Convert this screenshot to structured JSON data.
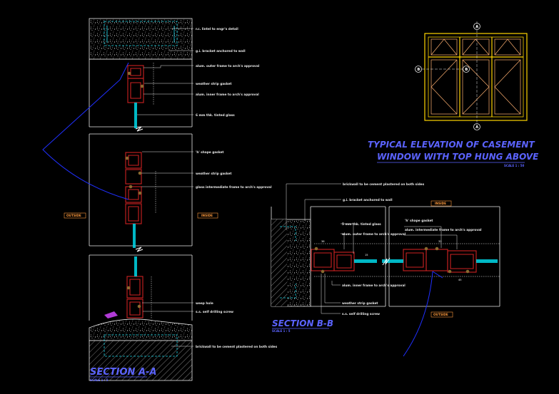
{
  "section_aa": {
    "title": "SECTION A-A",
    "scale": "SCALE 1 : 5",
    "outside_tag": "OUTSIDE",
    "inside_tag": "INSIDE",
    "notes": [
      "r.c. lintel to engr's detail",
      "g.i. bracket anchored to wall",
      "alum. outer frame to arch's approval",
      "weather strip gasket",
      "alum. inner frame to arch's approval",
      "6 mm thk. tinted glass",
      "'h' shape gasket",
      "weather strip gasket",
      "glass intermediate frame to arch's approval",
      "weep hole",
      "s.s. self drilling screw",
      "brickwall to be cement plastered on both sides"
    ]
  },
  "section_bb": {
    "title": "SECTION B-B",
    "scale": "SCALE 1 : 5",
    "inside_tag": "INSIDE",
    "outside_tag": "OUTSIDE",
    "notes": [
      "brickwall to be cement plastered on both sides",
      "g.i. bracket anchored to wall",
      "5 mm thk. tinted glass",
      "alum. outer frame to arch's approval",
      "'h' shape gasket",
      "alum. intermediate frame to arch's approval",
      "alum. inner frame to arch's approval",
      "weather strip gasket",
      "s.s. self drilling screw"
    ]
  },
  "elevation": {
    "title_line1": "TYPICAL ELEVATION OF CASEMENT",
    "title_line2": "WINDOW WITH TOP HUNG ABOVE",
    "scale": "SCALE 1 : 50",
    "markers": [
      "A",
      "A",
      "B",
      "B"
    ]
  },
  "colors": {
    "background": "#000000",
    "frame": "#cc2222",
    "hatch": "#e0e0e0",
    "glass": "#00d8e8",
    "swing": "#2030ff",
    "tag": "#ff9a3c",
    "title": "#5b63ff",
    "gasket": "#8a6a30",
    "elevation_frame": "#ffd400"
  }
}
